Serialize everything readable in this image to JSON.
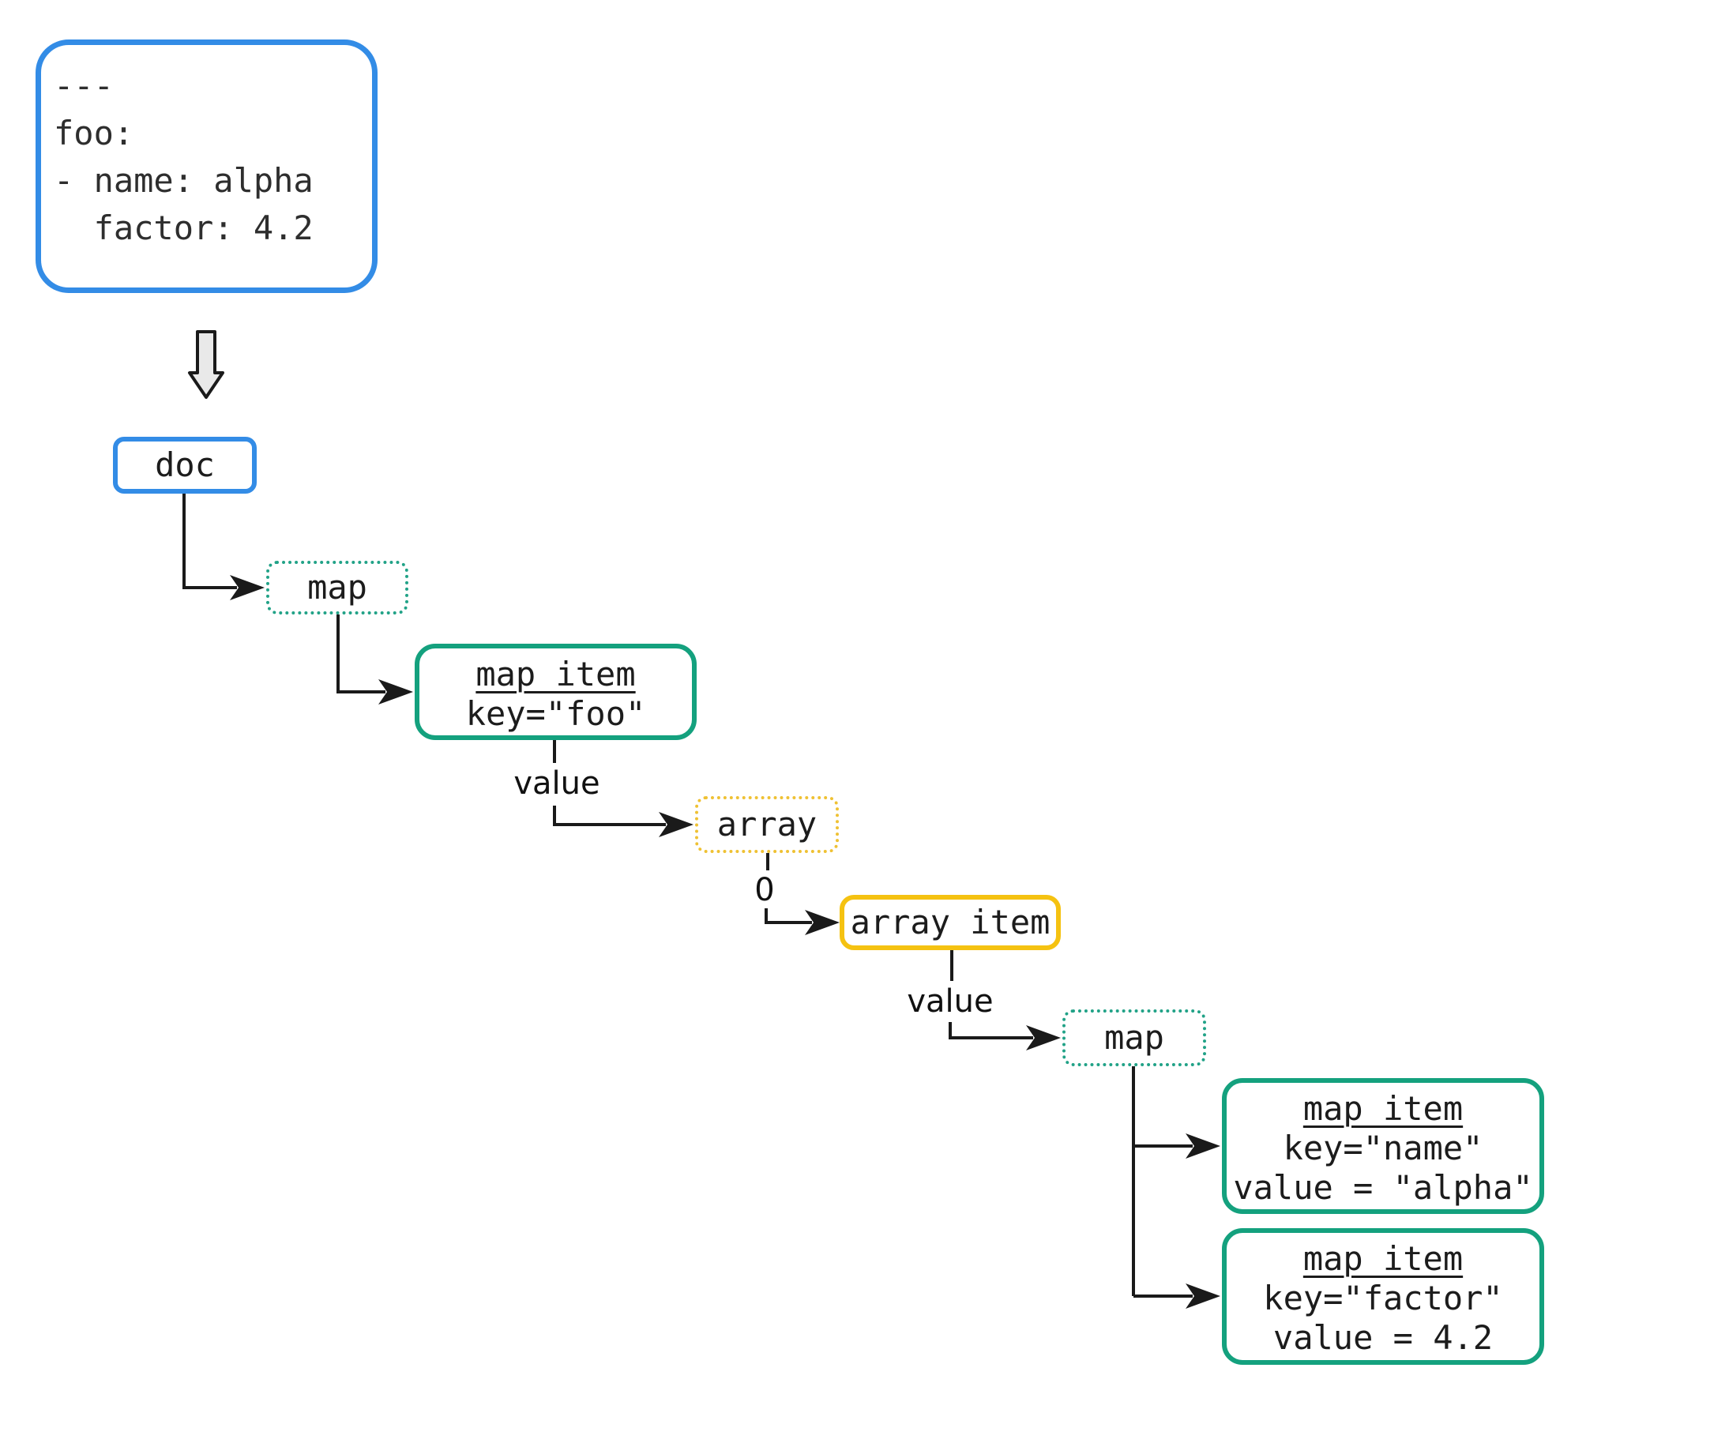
{
  "source_code": {
    "lines": [
      "---",
      "foo:",
      "- name: alpha",
      "  factor: 4.2"
    ]
  },
  "nodes": {
    "doc": {
      "label": "doc"
    },
    "map1": {
      "label": "map"
    },
    "map_item_foo": {
      "title": "map item",
      "line2": "key=\"foo\""
    },
    "array": {
      "label": "array"
    },
    "array_item": {
      "label": "array item"
    },
    "map2": {
      "label": "map"
    },
    "map_item_name": {
      "title": "map item",
      "line2": "key=\"name\"",
      "line3": "value = \"alpha\""
    },
    "map_item_factor": {
      "title": "map item",
      "line2": "key=\"factor\"",
      "line3": "value = 4.2"
    }
  },
  "edge_labels": {
    "value1": "value",
    "index0": "0",
    "value2": "value"
  },
  "colors": {
    "blue": "#338CE6",
    "green": "#14A17E",
    "teal_dotted": "#21A287",
    "gold": "#F5C211",
    "gold_dotted": "#EFC133",
    "edge": "#1a1a1a",
    "arrow_fill": "#e9e9e9"
  }
}
